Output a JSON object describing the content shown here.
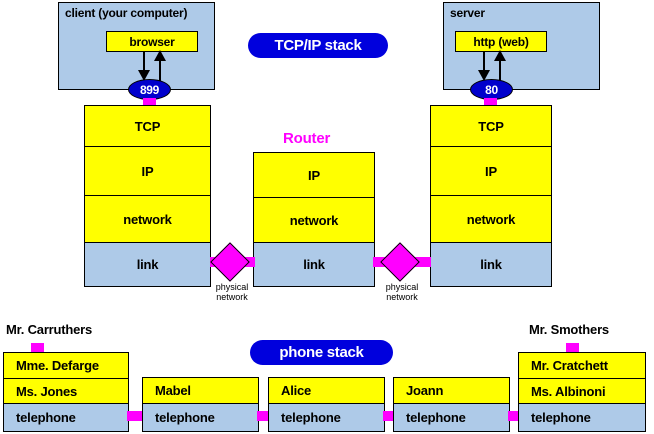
{
  "diagram": {
    "title_pills": [
      {
        "id": "tcpip",
        "label": "TCP/IP stack"
      },
      {
        "id": "phone",
        "label": "phone stack"
      }
    ],
    "router_label": "Router",
    "physical_network_label": "physical\nnetwork",
    "physical_network_line1": "physical",
    "physical_network_line2": "network"
  },
  "colors": {
    "host_fill": "#aecae8",
    "layer_fill": "#ffff00",
    "link_fill": "#aecae8",
    "connector": "#ff00ff",
    "pill_fill": "#0000dd",
    "port_fill": "#0000cc",
    "router_text": "#ff00ff",
    "outline": "#000000"
  },
  "client": {
    "label": "client (your computer)",
    "application": "browser",
    "port": "899"
  },
  "server": {
    "label": "server",
    "application": "http (web)",
    "port": "80"
  },
  "client_stack": {
    "layers": [
      {
        "name": "TCP",
        "type": "protocol"
      },
      {
        "name": "IP",
        "type": "protocol"
      },
      {
        "name": "network",
        "type": "protocol"
      },
      {
        "name": "link",
        "type": "link"
      }
    ]
  },
  "router_stack": {
    "layers": [
      {
        "name": "IP",
        "type": "protocol"
      },
      {
        "name": "network",
        "type": "protocol"
      },
      {
        "name": "link",
        "type": "link"
      }
    ]
  },
  "server_stack": {
    "layers": [
      {
        "name": "TCP",
        "type": "protocol"
      },
      {
        "name": "IP",
        "type": "protocol"
      },
      {
        "name": "network",
        "type": "protocol"
      },
      {
        "name": "link",
        "type": "link"
      }
    ]
  },
  "phone": {
    "left_person": "Mr. Carruthers",
    "right_person": "Mr. Smothers",
    "stacks": [
      {
        "id": "left",
        "layers": [
          {
            "name": "Mme. Defarge",
            "type": "operator"
          },
          {
            "name": "Ms. Jones",
            "type": "operator"
          },
          {
            "name": "telephone",
            "type": "telephone"
          }
        ]
      },
      {
        "id": "mabel",
        "layers": [
          {
            "name": "Mabel",
            "type": "operator"
          },
          {
            "name": "telephone",
            "type": "telephone"
          }
        ]
      },
      {
        "id": "alice",
        "layers": [
          {
            "name": "Alice",
            "type": "operator"
          },
          {
            "name": "telephone",
            "type": "telephone"
          }
        ]
      },
      {
        "id": "joann",
        "layers": [
          {
            "name": "Joann",
            "type": "operator"
          },
          {
            "name": "telephone",
            "type": "telephone"
          }
        ]
      },
      {
        "id": "right",
        "layers": [
          {
            "name": "Mr. Cratchett",
            "type": "operator"
          },
          {
            "name": "Ms. Albinoni",
            "type": "operator"
          },
          {
            "name": "telephone",
            "type": "telephone"
          }
        ]
      }
    ]
  }
}
